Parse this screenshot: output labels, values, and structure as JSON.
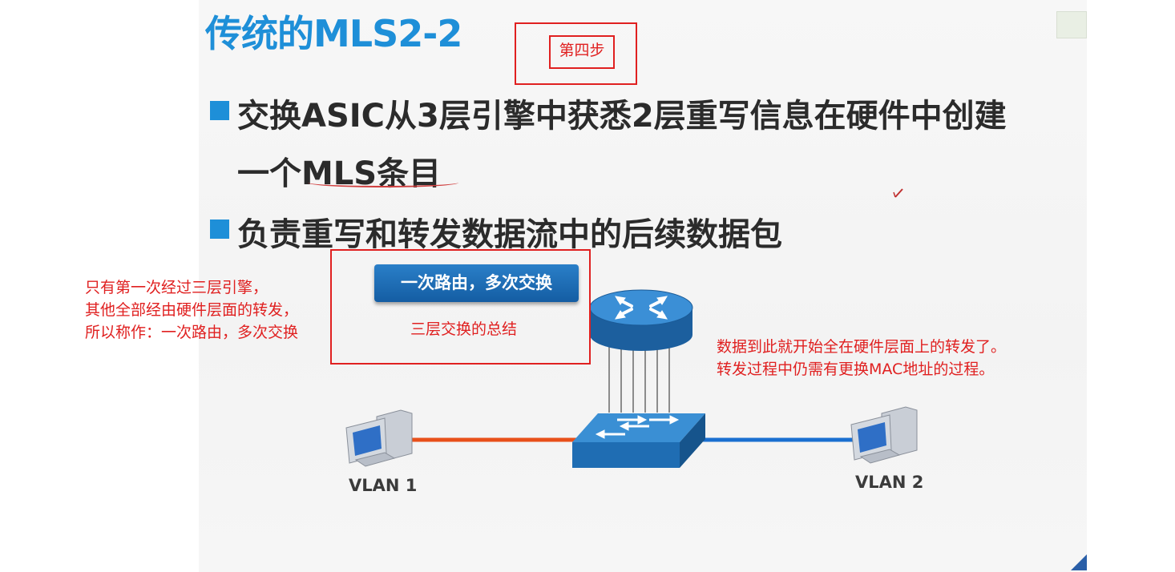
{
  "slide": {
    "title": "传统的MLS2-2",
    "bullets": [
      {
        "line1": "交换ASIC从3层引擎中获悉2层重写信息在硬件中创建",
        "line2": "一个MLS条目"
      },
      {
        "line1": "负责重写和转发数据流中的后续数据包"
      }
    ],
    "pill_label": "一次路由，多次交换",
    "vlan_left": "VLAN 1",
    "vlan_right": "VLAN 2"
  },
  "annotations": {
    "step": "第四步",
    "left_note": [
      "只有第一次经过三层引擎，",
      "其他全部经由硬件层面的转发，",
      "所以称作：一次路由，多次交换"
    ],
    "summary": "三层交换的总结",
    "right_note": [
      "数据到此就开始全在硬件层面上的转发了。",
      "转发过程中仍需有更换MAC地址的过程。"
    ]
  },
  "colors": {
    "accent": "#1e8fd8",
    "annotation": "#e02020",
    "vlan1_link": "#e8501a",
    "vlan2_link": "#1a6fd0"
  },
  "icons": [
    "router-icon",
    "switch-icon",
    "pc-icon",
    "pen-cursor-icon"
  ]
}
